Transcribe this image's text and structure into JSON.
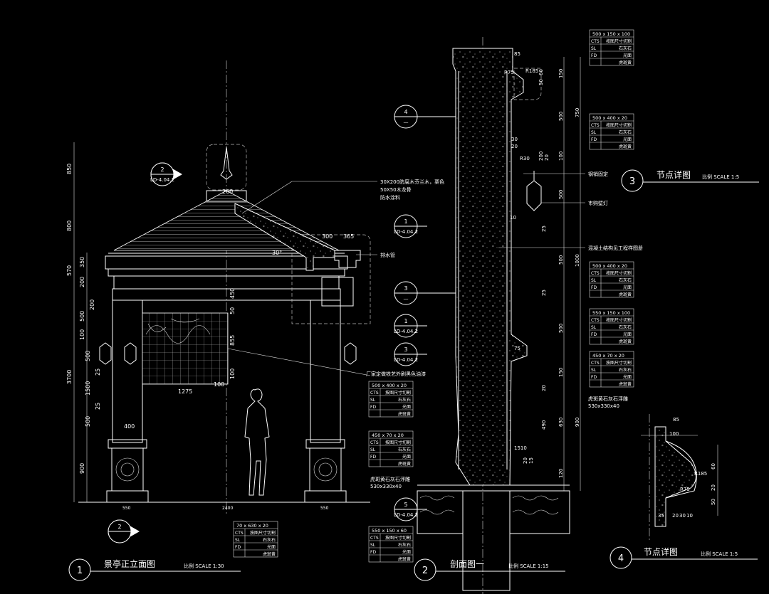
{
  "drawing_titles": [
    {
      "number": "1",
      "title": "景亭正立面图",
      "scale": "比例 SCALE 1:30"
    },
    {
      "number": "2",
      "title": "剖面图一",
      "scale": "比例 SCALE 1:15"
    },
    {
      "number": "3",
      "title": "节点详图",
      "scale": "比例 SCALE 1:5"
    },
    {
      "number": "4",
      "title": "节点详图",
      "scale": "比例 SCALE 1:5"
    }
  ],
  "section_marks": [
    {
      "top": "2",
      "bottom": "LD-4.04.2"
    },
    {
      "top": "1",
      "bottom": "LD-4.04.2"
    },
    {
      "top": "1",
      "bottom": "LD-4.04.2"
    },
    {
      "top": "3",
      "bottom": "LD-4.04.2"
    },
    {
      "top": "5",
      "bottom": "LD-4.04.2"
    },
    {
      "top": "2",
      "bottom": ""
    },
    {
      "top": "4",
      "bottom": "—"
    },
    {
      "top": "3",
      "bottom": "—"
    }
  ],
  "annotations": {
    "roof_layer1": "30X200防腐木芬兰木，栗色",
    "roof_layer2": "50X50木龙骨",
    "roof_layer3": "防水涂料",
    "drain": "排水管",
    "ironwork": "厂家定做铁艺外刷黑色油漆",
    "base_relief": "虎斑黄石灰石浮雕",
    "base_relief_size": "530x330x40",
    "steel_fix": "钢销固定",
    "wall_lamp": "市购壁灯",
    "concrete": "混凝土结构见工程样图册",
    "section_relief": "虎斑黄石灰石浮雕",
    "section_relief_size": "530x330x40"
  },
  "spec_tables": [
    {
      "size": "500 x 400 x 20",
      "rows": [
        [
          "CTS",
          "按图尺寸切割"
        ],
        [
          "SL",
          "石灰石"
        ],
        [
          "FD",
          "光面"
        ],
        [
          "",
          "虎斑黄"
        ]
      ]
    },
    {
      "size": "450 x 70 x 20",
      "rows": [
        [
          "CTS",
          "按图尺寸切割"
        ],
        [
          "SL",
          "石灰石"
        ],
        [
          "FD",
          "光面"
        ],
        [
          "",
          "虎斑黄"
        ]
      ]
    },
    {
      "size": "70 x 630 x 20",
      "rows": [
        [
          "CTS",
          "按图尺寸切割"
        ],
        [
          "SL",
          "石灰石"
        ],
        [
          "FD",
          "光面"
        ],
        [
          "",
          "虎斑黄"
        ]
      ]
    },
    {
      "size": "550 x 150 x 60",
      "rows": [
        [
          "CTS",
          "按图尺寸切割"
        ],
        [
          "SL",
          "石灰石"
        ],
        [
          "FD",
          "光面"
        ],
        [
          "",
          "虎斑黄"
        ]
      ]
    },
    {
      "size": "500 x 150 x 100",
      "rows": [
        [
          "CTS",
          "按图尺寸切割"
        ],
        [
          "SL",
          "石灰石"
        ],
        [
          "FD",
          "光面"
        ],
        [
          "",
          "虎斑黄"
        ]
      ]
    },
    {
      "size": "500 x 400 x 20",
      "rows": [
        [
          "CTS",
          "按图尺寸切割"
        ],
        [
          "SL",
          "石灰石"
        ],
        [
          "FD",
          "光面"
        ],
        [
          "",
          "虎斑黄"
        ]
      ]
    },
    {
      "size": "500 x 400 x 20",
      "rows": [
        [
          "CTS",
          "按图尺寸切割"
        ],
        [
          "SL",
          "石灰石"
        ],
        [
          "FD",
          "光面"
        ],
        [
          "",
          "虎斑黄"
        ]
      ]
    },
    {
      "size": "550 x 150 x 100",
      "rows": [
        [
          "CTS",
          "按图尺寸切割"
        ],
        [
          "SL",
          "石灰石"
        ],
        [
          "FD",
          "光面"
        ],
        [
          "",
          "虎斑黄"
        ]
      ]
    },
    {
      "size": "450 x 70 x 20",
      "rows": [
        [
          "CTS",
          "按图尺寸切割"
        ],
        [
          "SL",
          "石灰石"
        ],
        [
          "FD",
          "光面"
        ],
        [
          "",
          "虎斑黄"
        ]
      ]
    }
  ],
  "dims_elevation_left": [
    "850",
    "800",
    "570",
    "350",
    "200",
    "200",
    "500",
    "100",
    "3700",
    "500",
    "25",
    "1500",
    "25",
    "500",
    "900"
  ],
  "dims_elevation_inner": [
    "450",
    "50",
    "855",
    "100",
    "260",
    "300",
    "365",
    "30°",
    "1275",
    "100",
    "400",
    "550",
    "2400",
    "550"
  ],
  "dims_section": [
    "85",
    "R185",
    "R75",
    "60",
    "50",
    "150",
    "500",
    "750",
    "30",
    "20",
    "R30",
    "100",
    "200",
    "20",
    "500",
    "10",
    "25",
    "1000",
    "500",
    "25",
    "500",
    "75",
    "150",
    "20",
    "630",
    "900",
    "490",
    "1510",
    "20",
    "15",
    "120"
  ],
  "dims_detail4": [
    "85",
    "100",
    "R185",
    "R75",
    "60",
    "20",
    "50",
    "35",
    "20",
    "30",
    "10"
  ]
}
